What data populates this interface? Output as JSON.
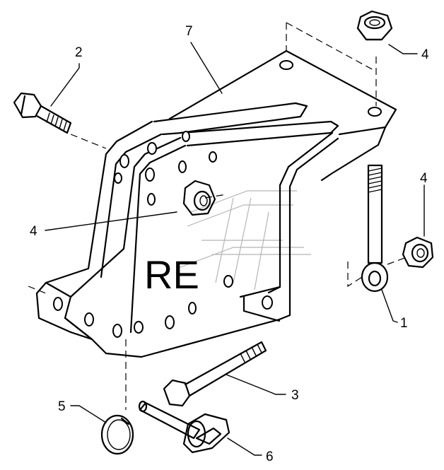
{
  "callouts": {
    "c1": "1",
    "c2": "2",
    "c3": "3",
    "c4_top": "4",
    "c4_left": "4",
    "c4_right": "4",
    "c5": "5",
    "c6": "6",
    "c7": "7"
  },
  "mark_text": "RE",
  "parts": [
    {
      "number": "1",
      "icon": "eye-bolt-icon"
    },
    {
      "number": "2",
      "icon": "hex-bolt-icon"
    },
    {
      "number": "3",
      "icon": "long-hex-bolt-icon"
    },
    {
      "number": "4",
      "icon": "hex-nut-icon"
    },
    {
      "number": "5",
      "icon": "spring-ring-icon"
    },
    {
      "number": "6",
      "icon": "pin-with-handle-icon"
    },
    {
      "number": "7",
      "icon": "mounting-bracket-icon"
    }
  ]
}
